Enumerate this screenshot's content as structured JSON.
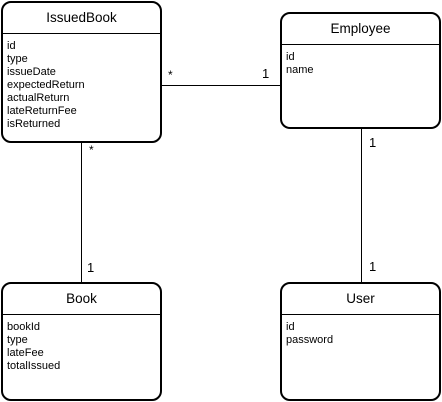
{
  "classes": {
    "issued_book": {
      "name": "IssuedBook",
      "attributes": [
        "id",
        "type",
        "issueDate",
        "expectedReturn",
        "actualReturn",
        "lateReturnFee",
        "isReturned"
      ]
    },
    "employee": {
      "name": "Employee",
      "attributes": [
        "id",
        "name"
      ]
    },
    "book": {
      "name": "Book",
      "attributes": [
        "bookId",
        "type",
        "lateFee",
        "totalIssued"
      ]
    },
    "user": {
      "name": "User",
      "attributes": [
        "id",
        "password"
      ]
    }
  },
  "associations": {
    "issuedbook_employee": {
      "from": "IssuedBook",
      "to": "Employee",
      "from_multiplicity": "*",
      "to_multiplicity": "1"
    },
    "issuedbook_book": {
      "from": "IssuedBook",
      "to": "Book",
      "from_multiplicity": "*",
      "to_multiplicity": "1"
    },
    "employee_user": {
      "from": "Employee",
      "to": "User",
      "from_multiplicity": "1",
      "to_multiplicity": "1"
    }
  }
}
